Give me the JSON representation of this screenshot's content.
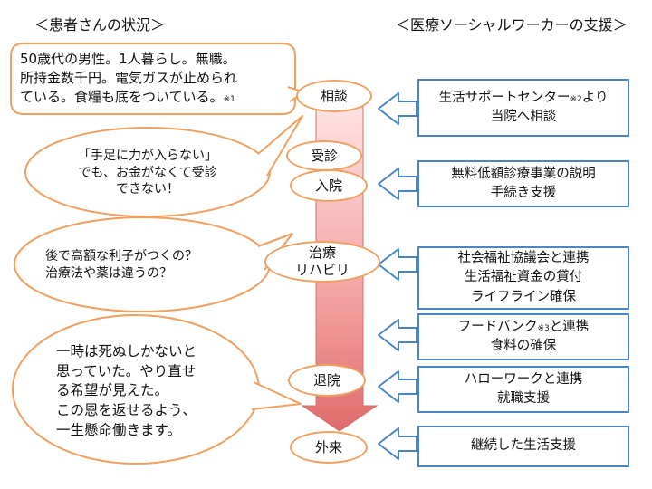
{
  "headers": {
    "left": "＜患者さんの状況＞",
    "right": "＜医療ソーシャルワーカーの支援＞"
  },
  "patient": {
    "profile": {
      "line1": "50歳代の男性。1人暮らし。無職。",
      "line2": "所持金数千円。電気ガスが止められ",
      "line3": "ている。食糧も底をついている。",
      "note": "※1"
    },
    "voice1": {
      "line1": "「手足に力が入らない」",
      "line2": "でも、お金がなくて受診",
      "line3": "できない！"
    },
    "voice2": {
      "line1": "後で高額な利子がつくの？",
      "line2": "治療法や薬は違うの？"
    },
    "voice3": {
      "line1": "一時は死ぬしかないと",
      "line2": "思っていた。やり直せ",
      "line3": "る希望が見えた。",
      "line4": "この恩を返せるよう、",
      "line5": "一生懸命働きます。"
    }
  },
  "steps": {
    "consult": "相談",
    "visit": "受診",
    "admit": "入院",
    "treat_line1": "治療",
    "treat_line2": "リハビリ",
    "discharge": "退院",
    "outpatient": "外来"
  },
  "support": {
    "s1": {
      "line1a": "生活サポートセンター",
      "note": "※2",
      "line1b": "より",
      "line2": "当院へ相談"
    },
    "s2": {
      "line1": "無料低額診療事業の説明",
      "line2": "手続き支援"
    },
    "s3": {
      "line1": "社会福祉協議会と連携",
      "line2": "生活福祉資金の貸付",
      "line3": "ライフライン確保"
    },
    "s4": {
      "line1a": "フードバンク",
      "note": "※3",
      "line1b": "と連携",
      "line2": "食料の確保"
    },
    "s5": {
      "line1": "ハローワークと連携",
      "line2": "就職支援"
    },
    "s6": {
      "line1": "継続した生活支援"
    }
  },
  "colors": {
    "bubble_border": "#f0a060",
    "support_border": "#4a86c5",
    "flow_arrow_top": "#ffe0e0",
    "flow_arrow_bottom": "#e07070"
  }
}
